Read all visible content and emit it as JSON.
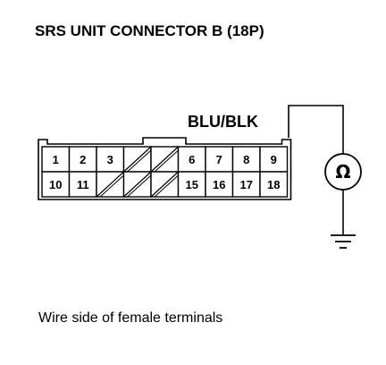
{
  "title": "SRS UNIT CONNECTOR B (18P)",
  "wire_label": "BLU/BLK",
  "caption": "Wire side of female terminals",
  "meter": {
    "symbol": "Ω",
    "icon": "ohmmeter-icon"
  },
  "ground_icon": "ground-icon",
  "connector": {
    "top_row": [
      {
        "label": "1"
      },
      {
        "label": "2"
      },
      {
        "label": "3"
      },
      {
        "label": "",
        "blank": true
      },
      {
        "label": "",
        "blank": true
      },
      {
        "label": "6"
      },
      {
        "label": "7"
      },
      {
        "label": "8"
      },
      {
        "label": "9",
        "probe": true
      }
    ],
    "bottom_row": [
      {
        "label": "10"
      },
      {
        "label": "11"
      },
      {
        "label": "",
        "blank": true
      },
      {
        "label": "",
        "blank": true
      },
      {
        "label": "",
        "blank": true
      },
      {
        "label": "15"
      },
      {
        "label": "16"
      },
      {
        "label": "17"
      },
      {
        "label": "18"
      }
    ]
  }
}
